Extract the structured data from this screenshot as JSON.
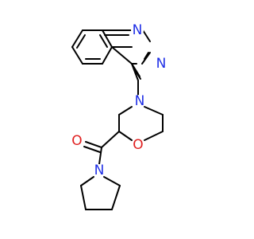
{
  "molecule": {
    "colors": {
      "N": "#1f2fe6",
      "O": "#e02020"
    },
    "atoms": {
      "N1": {
        "label": "N",
        "color_key": "N"
      },
      "N3": {
        "label": "N",
        "color_key": "N"
      },
      "N4": {
        "label": "N",
        "color_key": "N"
      },
      "O_ring": {
        "label": "O",
        "color_key": "O"
      },
      "O_carbonyl": {
        "label": "O",
        "color_key": "O"
      },
      "N_pyrrolidine": {
        "label": "N",
        "color_key": "N"
      }
    }
  }
}
